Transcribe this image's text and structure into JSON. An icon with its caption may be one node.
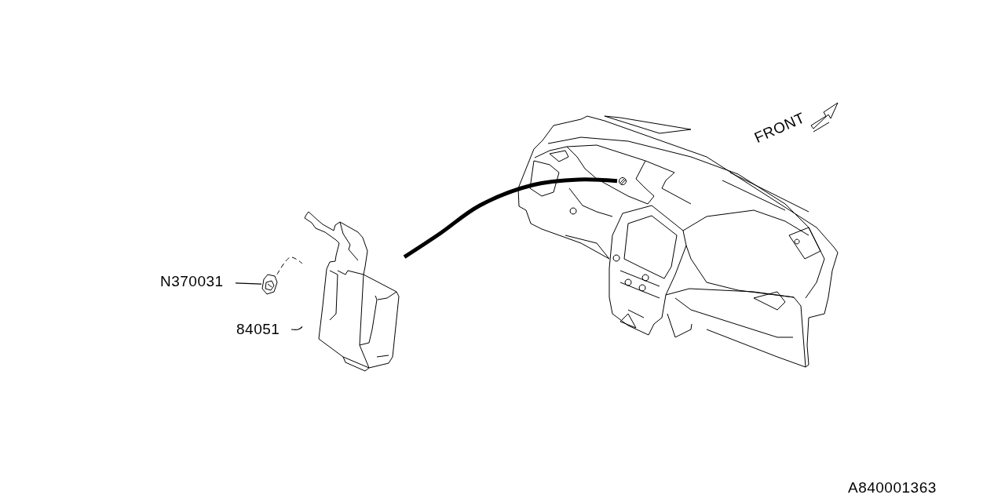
{
  "diagram": {
    "nodes": [
      {
        "text": [
          "N370031"
        ]
      },
      {
        "text": [],
        "shape": "picture"
      },
      {
        "text": [
          "84051"
        ]
      },
      {
        "text": [],
        "shape": "picture"
      },
      {
        "text": [],
        "shape": "picture"
      },
      {
        "text": [],
        "shape": "circle",
        "in": 4
      }
    ],
    "edges": [
      {
        "from": 0,
        "to": 1,
        "arrow": "none"
      },
      {
        "from": 1,
        "to": 3,
        "arrow": "none",
        "style": "dashed"
      },
      {
        "from": 2,
        "to": 3,
        "arrow": "none"
      },
      {
        "from": 3,
        "to": 5,
        "arrow": "none",
        "style": "thick"
      }
    ],
    "labels": [
      "FRONT",
      "A840001363"
    ]
  }
}
